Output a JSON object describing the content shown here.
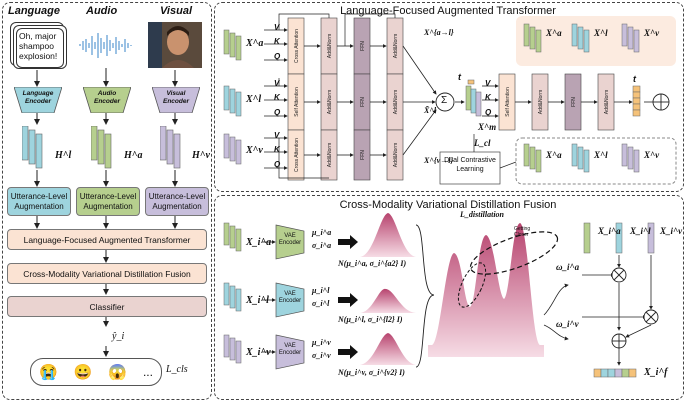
{
  "left_panel": {
    "modalities": [
      "Language",
      "Audio",
      "Visual"
    ],
    "transcript": "Oh, major shampoo explosion!",
    "encoders": [
      "Language Encoder",
      "Audio Encoder",
      "Visual Encoder"
    ],
    "features": [
      "H^l",
      "H^a",
      "H^v"
    ],
    "augmentation": "Utterance-Level Augmentation",
    "steps": [
      "Language-Focused Augmented Transformer",
      "Cross-Modality Variational Distillation Fusion",
      "Classifier"
    ],
    "prediction": "ŷ_i",
    "emojis": [
      "😭",
      "😀",
      "😱"
    ],
    "ellipsis": "...",
    "loss": "L_cls"
  },
  "top_panel": {
    "title": "Language-Focused Augmented Transformer",
    "inputs": [
      "X^a",
      "X^l",
      "X^v"
    ],
    "qkv": [
      "V",
      "K",
      "Q"
    ],
    "cross_attention": "Cross Attention",
    "add_norm": "Add&Norm",
    "ffn": "FFN",
    "self_attention": "Self Attention",
    "outputs": [
      "X^{a→l}",
      "X̃^l",
      "X^{v→l}"
    ],
    "sum": "Σ",
    "t_label": "t",
    "xm_label": "X^m",
    "loss": "L_cl",
    "dual_contrastive": "Dual Contrastive Learning",
    "plus": "⊕"
  },
  "bottom_panel": {
    "title": "Cross-Modality Variational Distillation Fusion",
    "inputs": [
      "X_i^a",
      "X_i^l",
      "X_i^v"
    ],
    "vae_encoder": "VAE Encoder",
    "mu": [
      "μ_i^a",
      "μ_i^l",
      "μ_i^v"
    ],
    "sigma": [
      "σ_i^a",
      "σ_i^l",
      "σ_i^v"
    ],
    "normals": [
      "N(μ_i^a, σ_i^{a2} I)",
      "N(μ_i^l, σ_i^{l2} I)",
      "N(μ_i^v, σ_i^{v2} I)"
    ],
    "distill_loss": "L_distillation",
    "getting_closer": "Getting Closer",
    "omega": [
      "ω_i^a",
      "ω_i^v"
    ],
    "fused": "X_i^f"
  },
  "colors": {
    "language": "#9ed4de",
    "audio": "#b6cf8e",
    "visual": "#c7bedb",
    "peach": "#fbe3d3",
    "addnorm": "#ead3d0",
    "ffn": "#b9a3b3",
    "orange": "#f5c27a",
    "dist": "#b7436e"
  }
}
